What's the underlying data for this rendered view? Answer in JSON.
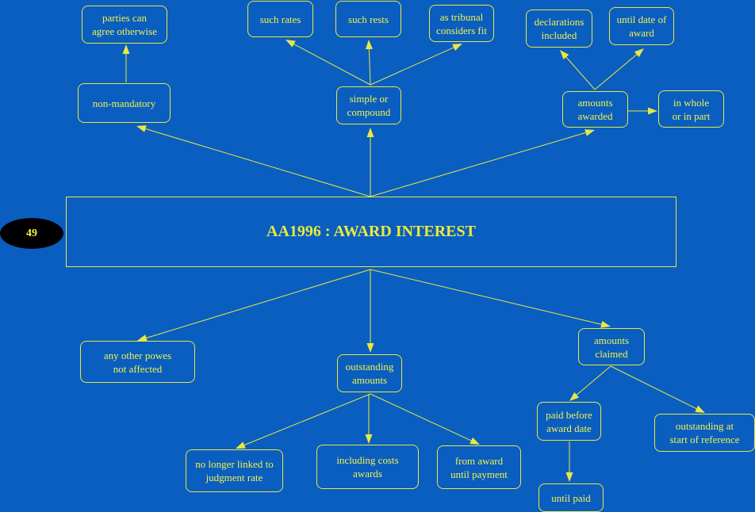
{
  "page_number": "49",
  "title": "AA1996 : AWARD INTEREST",
  "nodes": {
    "parties_agree": "parties can\nagree otherwise",
    "non_mandatory": "non-mandatory",
    "such_rates": "such rates",
    "such_rests": "such rests",
    "tribunal_fit": "as tribunal\nconsiders fit",
    "simple_compound": "simple or\ncompound",
    "declarations": "declarations\nincluded",
    "until_award_date": "until date of\naward",
    "amounts_awarded": "amounts\nawarded",
    "whole_part": "in whole\nor in part",
    "other_powers": "any other powes\nnot affected",
    "outstanding_amounts": "outstanding\namounts",
    "amounts_claimed": "amounts\nclaimed",
    "paid_before": "paid before\naward date",
    "outstanding_start": "outstanding at\nstart of reference",
    "no_longer_linked": "no longer linked to\njudgment rate",
    "including_costs": "including costs\nawards",
    "award_until_payment": "from award\nuntil payment",
    "until_paid": "until paid"
  },
  "colors": {
    "background": "#0a5ec0",
    "lines": "#e8e840",
    "text": "#f2f24a",
    "badge": "#000000"
  }
}
